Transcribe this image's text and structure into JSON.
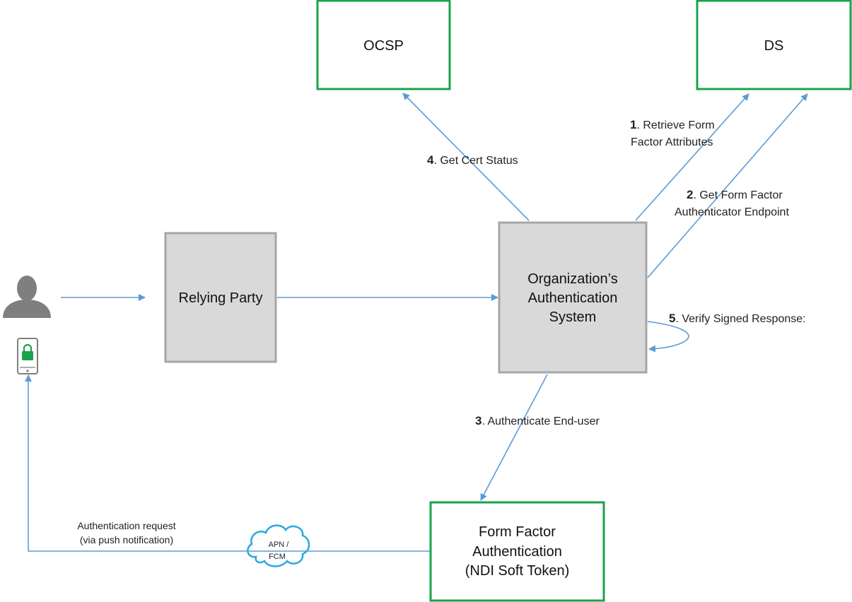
{
  "colors": {
    "arrow": "#5b9bd5",
    "external_border": "#1aa34a",
    "internal_border": "#a6a6a6",
    "internal_fill": "#d9d9d9",
    "user_icon": "#7f7f7f",
    "lock_icon": "#1aa34a",
    "cloud_border": "#29a8e0"
  },
  "nodes": {
    "ocsp": {
      "label": "OCSP"
    },
    "ds": {
      "label": "DS"
    },
    "relying_party": {
      "label": "Relying Party"
    },
    "auth_system": {
      "line1": "Organization’s",
      "line2": "Authentication",
      "line3": "System"
    },
    "form_factor": {
      "line1": "Form Factor",
      "line2": "Authentication",
      "line3": "(NDI Soft Token)"
    },
    "cloud": {
      "line1": "APN /",
      "line2": "FCM"
    }
  },
  "icons": {
    "user": "user-silhouette-icon",
    "phone": "mobile-phone-icon",
    "lock": "lock-icon",
    "cloud": "cloud-icon"
  },
  "edges": {
    "step1": {
      "num": "1",
      "line1": ". Retrieve Form",
      "line2": "Factor Attributes"
    },
    "step2": {
      "num": "2",
      "line1": ". Get Form Factor",
      "line2": "Authenticator Endpoint"
    },
    "step3": {
      "num": "3",
      "line1": ". Authenticate End-user"
    },
    "step4": {
      "num": "4",
      "line1": ". Get Cert Status"
    },
    "step5": {
      "num": "5",
      "line1": ". Verify Signed Response:"
    },
    "push": {
      "line1": "Authentication request",
      "line2": "(via push notification)"
    }
  }
}
